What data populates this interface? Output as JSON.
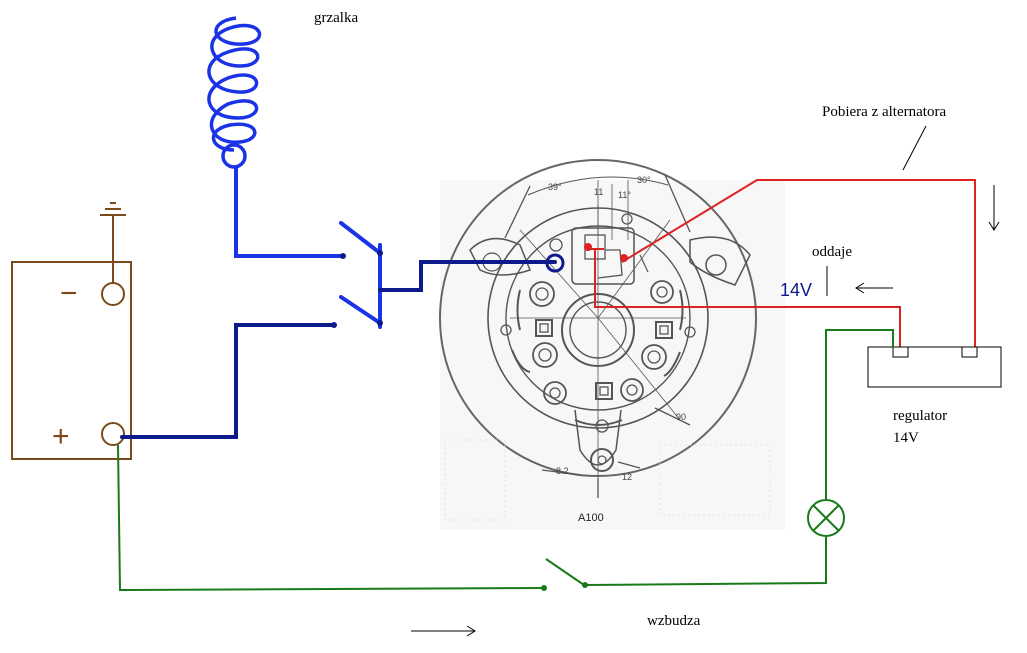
{
  "labels": {
    "heater": "grzalka",
    "takes_from_alternator": "Pobiera z alternatora",
    "gives": "oddaje",
    "voltage_out": "14V",
    "regulator_name": "regulator",
    "regulator_voltage": "14V",
    "excites": "wzbudza",
    "alternator_model": "A100"
  },
  "battery": {
    "minus": "−",
    "plus": "+"
  },
  "dimensions": {
    "angle_left": "39°",
    "angle_right": "30°",
    "width_a": "11",
    "width_b": "11°",
    "dia_left": "8.2",
    "dia_bottom": "12",
    "dia_right": "90"
  },
  "colors": {
    "heater_circuit": "#1a33e6",
    "main_cable": "#0d1a8c",
    "excitation_circuit": "#1a7a1a",
    "regulator_sense": "#dd2222",
    "battery": "#7a4a1a",
    "drawing": "#555555"
  }
}
